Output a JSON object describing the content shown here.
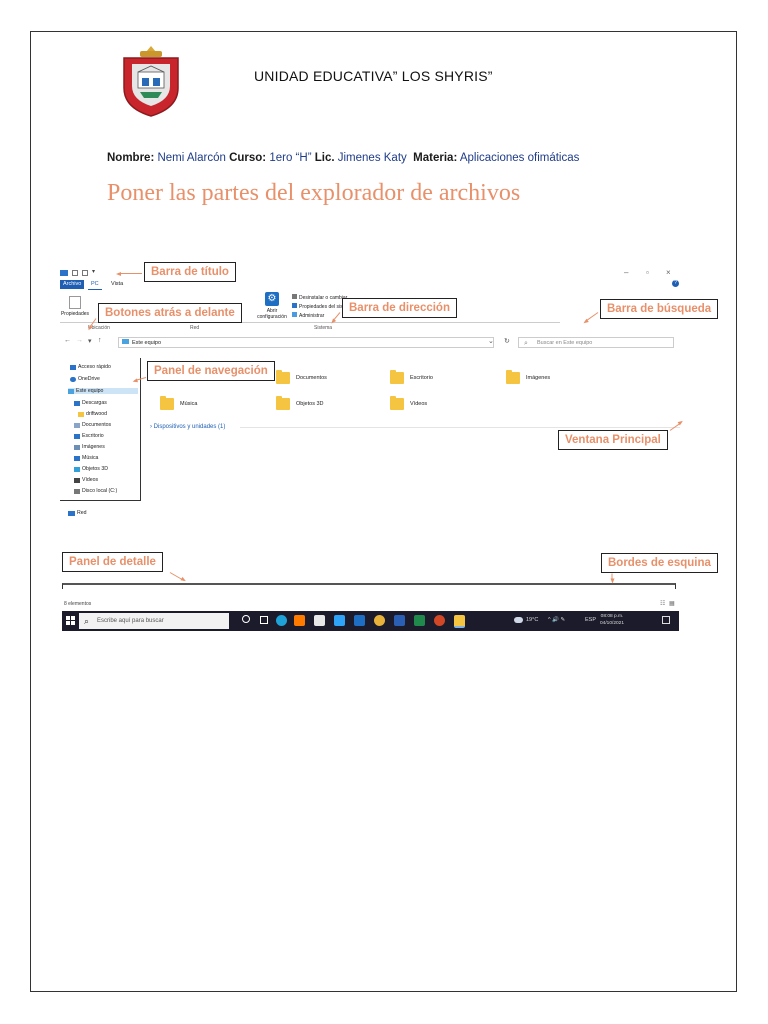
{
  "header": {
    "school": "UNIDAD EDUCATIVA” LOS SHYRIS”",
    "fields": [
      {
        "label": "Nombre:",
        "value": "Nemi Alarcón"
      },
      {
        "label": "Curso:",
        "value": "1ero “H”"
      },
      {
        "label": "Lic.",
        "value": "Jimenes Katy"
      },
      {
        "label": "Materia:",
        "value": "Aplicaciones ofimáticas"
      }
    ],
    "heading": "Poner las partes del explorador de archivos"
  },
  "callouts": {
    "title_bar": "Barra de título",
    "back_forward": "Botones atrás a delante",
    "address_bar": "Barra de dirección",
    "search_bar": "Barra de búsqueda",
    "nav_panel": "Panel de navegación",
    "main_window": "Ventana Principal",
    "detail_panel": "Panel de detalle",
    "corner_borders": "Bordes de esquina"
  },
  "explorer": {
    "tabs": [
      "Archivo",
      "PC",
      "Vista"
    ],
    "ribbon": {
      "properties": "Propiedades",
      "open_settings": "Abrir configuración",
      "uninstall": "Desinstalar o cambiar",
      "system_props": "Propiedades del sistema",
      "manage": "Administrar",
      "groups": [
        "Ubicación",
        "Red",
        "Sistema"
      ]
    },
    "address": "Este equipo",
    "search_placeholder": "Buscar en Este equipo",
    "nav_items": [
      {
        "label": "Acceso rápido",
        "color": "#2a73c9"
      },
      {
        "label": "OneDrive",
        "color": "#2a73c9"
      },
      {
        "label": "Este equipo",
        "color": "#4aa3df"
      },
      {
        "label": "Descargas",
        "color": "#2a73c9"
      },
      {
        "label": "driftwood",
        "color": "#f5c542"
      },
      {
        "label": "Documentos",
        "color": "#8aa4c8"
      },
      {
        "label": "Escritorio",
        "color": "#2a73c9"
      },
      {
        "label": "Imágenes",
        "color": "#6c8fb5"
      },
      {
        "label": "Música",
        "color": "#2a73c9"
      },
      {
        "label": "Objetos 3D",
        "color": "#34a0d8"
      },
      {
        "label": "Vídeos",
        "color": "#444444"
      },
      {
        "label": "Disco local (C:)",
        "color": "#777777"
      }
    ],
    "network": "Red",
    "folders": [
      "Documentos",
      "Escritorio",
      "Imágenes",
      "Música",
      "Objetos 3D",
      "Vídeos"
    ],
    "devices": "Dispositivos y unidades (1)",
    "status": "8 elementos"
  },
  "taskbar": {
    "search": "Escribe aquí para buscar",
    "temperature": "19°C",
    "language": "ESP",
    "time": "08:08 p.m.",
    "date": "04/10/2021"
  },
  "colors": {
    "accent": "#e8906a",
    "link": "#1f3c88",
    "win_blue": "#1e5fb4"
  }
}
